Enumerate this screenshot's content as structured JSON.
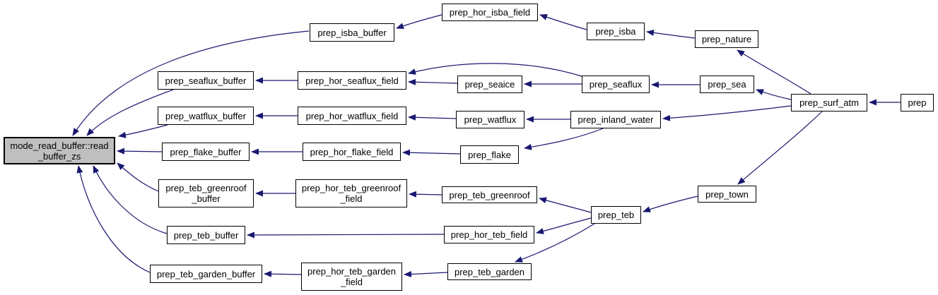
{
  "graph": {
    "kind": "caller-graph",
    "colors": {
      "edge": "#191970",
      "node_border": "#000000",
      "node_fill": "#ffffff",
      "node_text": "#000000",
      "highlight_fill": "#bfbfbf",
      "background": "#ffffff"
    },
    "nodes": [
      {
        "id": "read_buffer_zs",
        "label": "mode_read_buffer::read\n_buffer_zs",
        "highlighted": true
      },
      {
        "id": "prep_isba_buffer",
        "label": "prep_isba_buffer"
      },
      {
        "id": "prep_seaflux_buffer",
        "label": "prep_seaflux_buffer"
      },
      {
        "id": "prep_watflux_buffer",
        "label": "prep_watflux_buffer"
      },
      {
        "id": "prep_flake_buffer",
        "label": "prep_flake_buffer"
      },
      {
        "id": "prep_teb_greenroof_buffer",
        "label": "prep_teb_greenroof\n_buffer"
      },
      {
        "id": "prep_teb_buffer",
        "label": "prep_teb_buffer"
      },
      {
        "id": "prep_teb_garden_buffer",
        "label": "prep_teb_garden_buffer"
      },
      {
        "id": "prep_hor_isba_field",
        "label": "prep_hor_isba_field"
      },
      {
        "id": "prep_hor_seaflux_field",
        "label": "prep_hor_seaflux_field"
      },
      {
        "id": "prep_hor_watflux_field",
        "label": "prep_hor_watflux_field"
      },
      {
        "id": "prep_hor_flake_field",
        "label": "prep_hor_flake_field"
      },
      {
        "id": "prep_hor_teb_greenroof_field",
        "label": "prep_hor_teb_greenroof\n_field"
      },
      {
        "id": "prep_hor_teb_field",
        "label": "prep_hor_teb_field"
      },
      {
        "id": "prep_hor_teb_garden_field",
        "label": "prep_hor_teb_garden\n_field"
      },
      {
        "id": "prep_isba",
        "label": "prep_isba"
      },
      {
        "id": "prep_seaice",
        "label": "prep_seaice"
      },
      {
        "id": "prep_seaflux",
        "label": "prep_seaflux"
      },
      {
        "id": "prep_watflux",
        "label": "prep_watflux"
      },
      {
        "id": "prep_inland_water",
        "label": "prep_inland_water"
      },
      {
        "id": "prep_flake",
        "label": "prep_flake"
      },
      {
        "id": "prep_teb_greenroof",
        "label": "prep_teb_greenroof"
      },
      {
        "id": "prep_teb_garden",
        "label": "prep_teb_garden"
      },
      {
        "id": "prep_nature",
        "label": "prep_nature"
      },
      {
        "id": "prep_sea",
        "label": "prep_sea"
      },
      {
        "id": "prep_teb",
        "label": "prep_teb"
      },
      {
        "id": "prep_town",
        "label": "prep_town"
      },
      {
        "id": "prep_surf_atm",
        "label": "prep_surf_atm"
      },
      {
        "id": "prep",
        "label": "prep"
      }
    ],
    "edges": [
      {
        "from": "prep_isba_buffer",
        "to": "read_buffer_zs"
      },
      {
        "from": "prep_seaflux_buffer",
        "to": "read_buffer_zs"
      },
      {
        "from": "prep_watflux_buffer",
        "to": "read_buffer_zs"
      },
      {
        "from": "prep_flake_buffer",
        "to": "read_buffer_zs"
      },
      {
        "from": "prep_teb_greenroof_buffer",
        "to": "read_buffer_zs"
      },
      {
        "from": "prep_teb_buffer",
        "to": "read_buffer_zs"
      },
      {
        "from": "prep_teb_garden_buffer",
        "to": "read_buffer_zs"
      },
      {
        "from": "prep_hor_isba_field",
        "to": "prep_isba_buffer"
      },
      {
        "from": "prep_hor_seaflux_field",
        "to": "prep_seaflux_buffer"
      },
      {
        "from": "prep_hor_watflux_field",
        "to": "prep_watflux_buffer"
      },
      {
        "from": "prep_hor_flake_field",
        "to": "prep_flake_buffer"
      },
      {
        "from": "prep_hor_teb_greenroof_field",
        "to": "prep_teb_greenroof_buffer"
      },
      {
        "from": "prep_hor_teb_field",
        "to": "prep_teb_buffer"
      },
      {
        "from": "prep_hor_teb_garden_field",
        "to": "prep_teb_garden_buffer"
      },
      {
        "from": "prep_isba",
        "to": "prep_hor_isba_field"
      },
      {
        "from": "prep_seaice",
        "to": "prep_hor_seaflux_field"
      },
      {
        "from": "prep_seaflux",
        "to": "prep_seaice"
      },
      {
        "from": "prep_seaflux",
        "to": "prep_hor_seaflux_field"
      },
      {
        "from": "prep_watflux",
        "to": "prep_hor_watflux_field"
      },
      {
        "from": "prep_inland_water",
        "to": "prep_watflux"
      },
      {
        "from": "prep_inland_water",
        "to": "prep_flake"
      },
      {
        "from": "prep_flake",
        "to": "prep_hor_flake_field"
      },
      {
        "from": "prep_teb_greenroof",
        "to": "prep_hor_teb_greenroof_field"
      },
      {
        "from": "prep_teb",
        "to": "prep_teb_greenroof"
      },
      {
        "from": "prep_teb",
        "to": "prep_hor_teb_field"
      },
      {
        "from": "prep_teb",
        "to": "prep_teb_garden"
      },
      {
        "from": "prep_teb_garden",
        "to": "prep_hor_teb_garden_field"
      },
      {
        "from": "prep_nature",
        "to": "prep_isba"
      },
      {
        "from": "prep_sea",
        "to": "prep_seaflux"
      },
      {
        "from": "prep_surf_atm",
        "to": "prep_nature"
      },
      {
        "from": "prep_surf_atm",
        "to": "prep_sea"
      },
      {
        "from": "prep_surf_atm",
        "to": "prep_inland_water"
      },
      {
        "from": "prep_surf_atm",
        "to": "prep_town"
      },
      {
        "from": "prep_town",
        "to": "prep_teb"
      },
      {
        "from": "prep",
        "to": "prep_surf_atm"
      }
    ]
  }
}
